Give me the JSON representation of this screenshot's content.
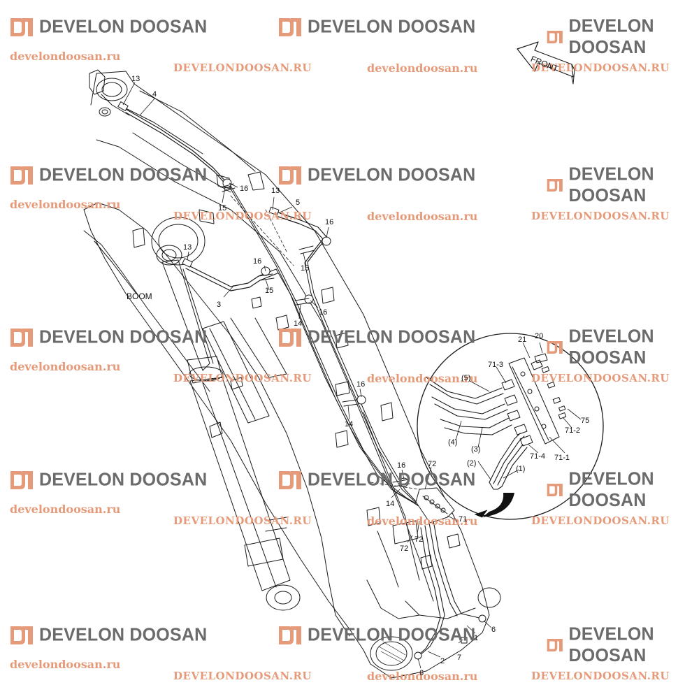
{
  "watermark": {
    "brand": "DEVELON DOOSAN",
    "url_lower": "develondoosan.ru",
    "url_upper": "DEVELONDOOSAN.RU",
    "color": "#e59a7a",
    "text_color": "#dca08a"
  },
  "orientation": {
    "front_label": "FRONT"
  },
  "component_label": "BOOM",
  "callouts": {
    "c13a": "13",
    "c4": "4",
    "c16a": "16",
    "c15a": "15",
    "c13b": "13",
    "c5": "5",
    "c16b": "16",
    "c13c": "13",
    "c16c": "16",
    "c15b": "15",
    "c15c": "15",
    "c3": "3",
    "c16d": "16",
    "c14a": "14",
    "c16e": "16",
    "c14b": "14",
    "c16f": "16",
    "c72a": "72",
    "c14c": "14",
    "c71": "71",
    "c72b": "72",
    "c72c": "72",
    "c1": "1",
    "c6a": "6",
    "c7": "7",
    "c2": "2",
    "c6b": "6"
  },
  "detail_callouts": {
    "d21": "21",
    "d20": "20",
    "d713": "71-3",
    "d5": "(5)",
    "d4": "(4)",
    "d3": "(3)",
    "d2": "(2)",
    "d1": "(1)",
    "d714": "71-4",
    "d711": "71-1",
    "d712": "71-2",
    "d75": "75"
  }
}
